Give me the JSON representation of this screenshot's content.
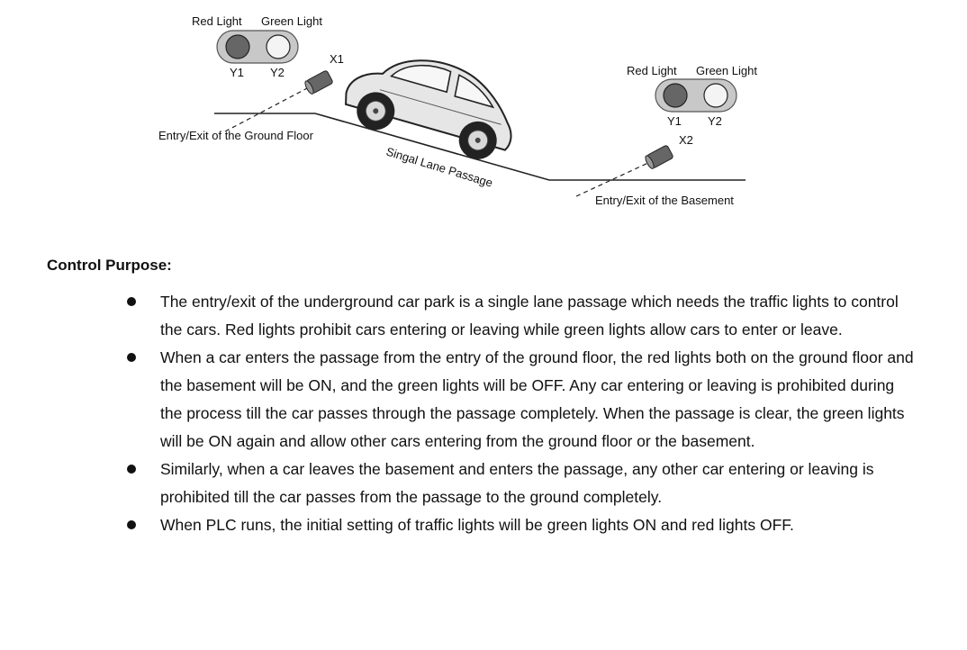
{
  "diagram": {
    "left_light": {
      "red_label": "Red Light",
      "green_label": "Green Light",
      "y1": "Y1",
      "y2": "Y2"
    },
    "right_light": {
      "red_label": "Red Light",
      "green_label": "Green Light",
      "y1": "Y1",
      "y2": "Y2"
    },
    "sensor_x1": "X1",
    "sensor_x2": "X2",
    "ground_floor_label": "Entry/Exit of the Ground Floor",
    "basement_label": "Entry/Exit of the Basement",
    "passage_label": "Singal Lane Passage"
  },
  "section": {
    "heading": "Control Purpose:",
    "bullets": [
      "The entry/exit of the underground car park is a single lane passage which needs the traffic lights to control the cars. Red lights prohibit cars entering or leaving while green lights allow cars to enter or leave.",
      "When a car enters the passage from the entry of the ground floor, the red lights both on the ground floor and the basement will be ON, and the green lights will be OFF. Any car entering or leaving is prohibited during the process till the car passes through the passage completely. When the passage is clear, the green lights will be ON again and allow other cars entering from the ground floor or the basement.",
      "Similarly, when a car leaves the basement and enters the passage, any other car entering or leaving is prohibited till the car passes from the passage to the ground completely.",
      "When PLC runs, the initial setting of traffic lights will be green lights ON and red lights OFF."
    ]
  }
}
